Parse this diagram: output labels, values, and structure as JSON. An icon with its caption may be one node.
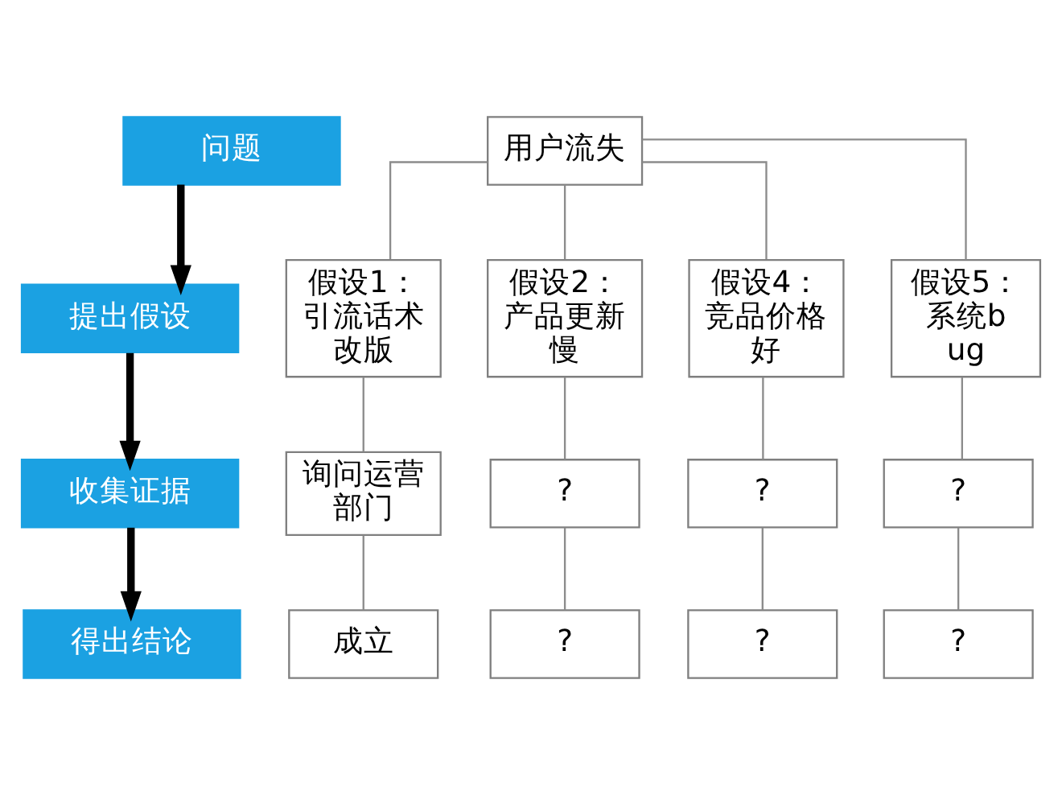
{
  "diagram": {
    "nodes": [
      {
        "text": [
          "问题"
        ]
      },
      {
        "text": [
          "提出假设"
        ]
      },
      {
        "text": [
          "收集证据"
        ]
      },
      {
        "text": [
          "得出结论"
        ]
      },
      {
        "text": [
          "用户流失"
        ]
      },
      {
        "text": [
          "假设1：引流话术改版"
        ]
      },
      {
        "text": [
          "假设2：产品更新慢"
        ]
      },
      {
        "text": [
          "假设4：竞品价格好"
        ]
      },
      {
        "text": [
          "假设5：系统bug"
        ]
      },
      {
        "text": [
          "询问运营部门"
        ]
      },
      {
        "text": [
          "?"
        ]
      },
      {
        "text": [
          "?"
        ]
      },
      {
        "text": [
          "?"
        ]
      },
      {
        "text": [
          "成立"
        ]
      },
      {
        "text": [
          "?"
        ]
      },
      {
        "text": [
          "?"
        ]
      },
      {
        "text": [
          "?"
        ]
      }
    ],
    "edges": [
      {
        "from": 0,
        "to": 1,
        "arrow": "to",
        "style": "thick",
        "color": "#000000"
      },
      {
        "from": 1,
        "to": 2,
        "arrow": "to",
        "style": "thick",
        "color": "#000000"
      },
      {
        "from": 2,
        "to": 3,
        "arrow": "to",
        "style": "thick",
        "color": "#000000"
      },
      {
        "from": 4,
        "to": 5,
        "arrow": "none"
      },
      {
        "from": 4,
        "to": 6,
        "arrow": "none"
      },
      {
        "from": 4,
        "to": 7,
        "arrow": "none"
      },
      {
        "from": 4,
        "to": 8,
        "arrow": "none"
      },
      {
        "from": 5,
        "to": 9,
        "arrow": "none"
      },
      {
        "from": 6,
        "to": 10,
        "arrow": "none"
      },
      {
        "from": 7,
        "to": 11,
        "arrow": "none"
      },
      {
        "from": 8,
        "to": 12,
        "arrow": "none"
      },
      {
        "from": 9,
        "to": 13,
        "arrow": "none"
      },
      {
        "from": 10,
        "to": 14,
        "arrow": "none"
      },
      {
        "from": 11,
        "to": 15,
        "arrow": "none"
      },
      {
        "from": 12,
        "to": 16,
        "arrow": "none"
      }
    ]
  }
}
